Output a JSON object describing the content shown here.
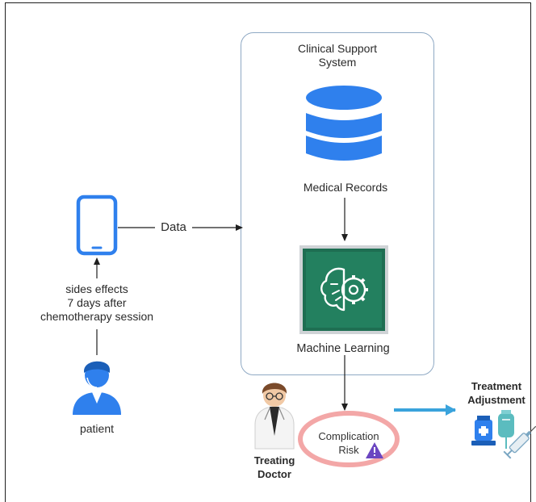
{
  "clinical_support_system": {
    "title_line1": "Clinical Support",
    "title_line2": "System",
    "medical_records_label": "Medical Records",
    "machine_learning_label": "Machine Learning"
  },
  "data_flow": {
    "label": "Data"
  },
  "patient": {
    "label": "patient",
    "symptom_line1": "sides effects",
    "symptom_line2": "7 days after",
    "symptom_line3": "chemotherapy session"
  },
  "doctor": {
    "label_line1": "Treating",
    "label_line2": "Doctor"
  },
  "risk": {
    "label_line1": "Complication",
    "label_line2": "Risk"
  },
  "treatment": {
    "label_line1": "Treatment",
    "label_line2": "Adjustment"
  },
  "colors": {
    "phone_blue": "#2f80ed",
    "database_blue": "#2f80ed",
    "ml_green": "#1e6e52",
    "risk_ring": "#f3a7a7",
    "warning_purple": "#6b46c1",
    "treatment_arrow": "#3aa3dc",
    "box_border": "#8fa9c4"
  },
  "icons": [
    "smartphone-icon",
    "database-icon",
    "machine-learning-brain-gear-icon",
    "patient-person-icon",
    "doctor-icon",
    "warning-triangle-icon",
    "medicine-icon",
    "iv-bag-icon",
    "syringe-icon"
  ]
}
